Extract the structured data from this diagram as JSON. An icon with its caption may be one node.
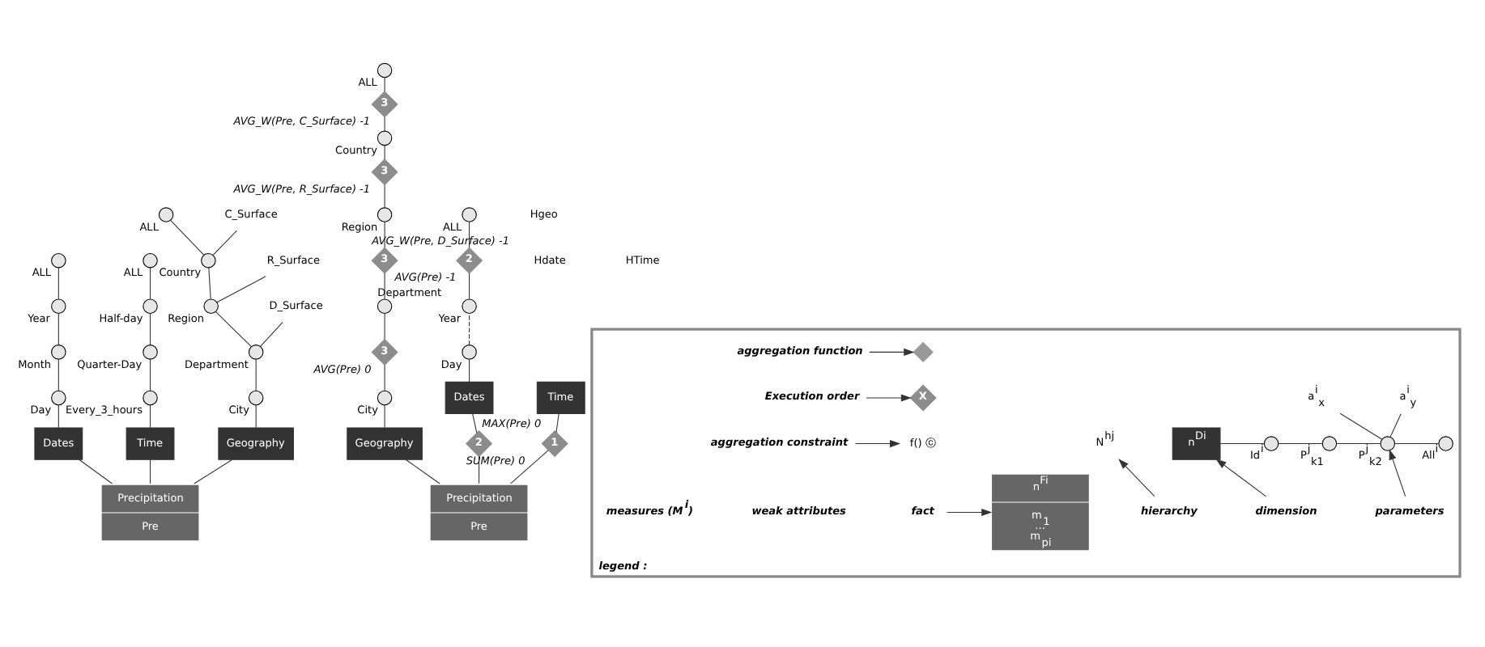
{
  "diagram": {
    "nodes": [
      {
        "text": [
          "Precipitation",
          "Pre"
        ]
      },
      {
        "text": [
          "Dates"
        ]
      },
      {
        "text": [
          "Time"
        ]
      },
      {
        "text": [
          "Geography"
        ]
      },
      {
        "text": [],
        "shape": "circle",
        "beside": [
          "Day"
        ]
      },
      {
        "text": [],
        "shape": "circle",
        "beside": [
          "Month"
        ]
      },
      {
        "text": [],
        "shape": "circle",
        "beside": [
          "Year"
        ]
      },
      {
        "text": [],
        "shape": "circle",
        "beside": [
          "ALL"
        ]
      },
      {
        "text": [],
        "shape": "circle",
        "beside": [
          "Every_3_hours"
        ]
      },
      {
        "text": [],
        "shape": "circle",
        "beside": [
          "Quarter-Day"
        ]
      },
      {
        "text": [],
        "shape": "circle",
        "beside": [
          "Half-day"
        ]
      },
      {
        "text": [],
        "shape": "circle",
        "beside": [
          "ALL"
        ]
      },
      {
        "text": [],
        "shape": "circle",
        "beside": [
          "City"
        ]
      },
      {
        "text": [],
        "shape": "circle",
        "beside": [
          "Department"
        ]
      },
      {
        "text": [],
        "shape": "circle",
        "beside": [
          "Region"
        ]
      },
      {
        "text": [],
        "shape": "circle",
        "beside": [
          "Country"
        ]
      },
      {
        "text": [],
        "shape": "circle",
        "beside": [
          "ALL"
        ]
      },
      {
        "text": [
          "C_Surface"
        ]
      },
      {
        "text": [
          "R_Surface"
        ]
      },
      {
        "text": [
          "D_Surface"
        ]
      },
      {
        "text": [
          "Precipitation",
          "Pre"
        ]
      },
      {
        "text": [
          "Dates"
        ]
      },
      {
        "text": [
          "Time"
        ]
      },
      {
        "text": [
          "Geography"
        ]
      },
      {
        "text": [
          "2"
        ],
        "beside": [
          "SUM(Pre) 0"
        ]
      },
      {
        "text": [
          "1"
        ],
        "beside": [
          "MAX(Pre) 0"
        ]
      },
      {
        "text": [],
        "shape": "circle",
        "beside": [
          "Day"
        ]
      },
      {
        "text": [],
        "shape": "circle",
        "beside": [
          "Year"
        ]
      },
      {
        "text": [
          "2"
        ],
        "beside": [
          "AVG(Pre) -1"
        ]
      },
      {
        "text": [],
        "shape": "circle",
        "beside": [
          "ALL"
        ]
      },
      {
        "text": [],
        "shape": "circle",
        "beside": [
          "City"
        ]
      },
      {
        "text": [
          "3"
        ],
        "beside": [
          "AVG(Pre) 0"
        ]
      },
      {
        "text": [],
        "shape": "circle",
        "beside": [
          "Department"
        ]
      },
      {
        "text": [
          "3"
        ],
        "beside": [
          "AVG_W(Pre, D_Surface) -1"
        ]
      },
      {
        "text": [],
        "shape": "circle",
        "beside": [
          "Region"
        ]
      },
      {
        "text": [
          "3"
        ],
        "beside": [
          "AVG_W(Pre, R_Surface) -1"
        ]
      },
      {
        "text": [],
        "shape": "circle",
        "beside": [
          "Country"
        ]
      },
      {
        "text": [
          "3"
        ],
        "beside": [
          "AVG_W(Pre, C_Surface) -1"
        ]
      },
      {
        "text": [],
        "shape": "circle",
        "beside": [
          "ALL"
        ]
      },
      {
        "text": [
          "legend :"
        ]
      },
      {
        "text": [
          "n$^{Di}$"
        ],
        "in": 39
      },
      {
        "text": [],
        "shape": "circle",
        "beside": [
          "Id$^{i}$"
        ],
        "in": 39
      },
      {
        "text": [],
        "shape": "circle",
        "beside": [
          "P$^{j}$$_{k1}$"
        ],
        "in": 39
      },
      {
        "text": [],
        "shape": "circle",
        "beside": [
          "P$^{j}$$_{k2}$"
        ],
        "in": 39
      },
      {
        "text": [],
        "shape": "circle",
        "beside": [
          "All$^{i}$"
        ],
        "in": 39
      },
      {
        "text": [
          "a$^{i}$$_{x}$"
        ],
        "in": 39
      },
      {
        "text": [
          "a$^{i}$$_{y}$"
        ],
        "in": 39
      },
      {
        "text": [
          "N$^{hj}$"
        ],
        "in": 39
      },
      {
        "text": [
          "dimension"
        ],
        "in": 39
      },
      {
        "text": [
          "parameters"
        ],
        "in": 39
      },
      {
        "text": [
          "hierarchy"
        ],
        "in": 39
      },
      {
        "text": [
          "n$^{Fi}$",
          "m$_{1}$ ... m$_{pi}$"
        ],
        "in": 39
      },
      {
        "text": [
          "fact"
        ],
        "in": 39
      },
      {
        "text": [],
        "shape": "diamond",
        "in": 39
      },
      {
        "text": [
          "aggregation function"
        ],
        "in": 39
      },
      {
        "text": [
          "X"
        ],
        "in": 39
      },
      {
        "text": [
          "Execution order"
        ],
        "in": 39
      },
      {
        "text": [
          "f() ⓒ"
        ],
        "in": 39
      },
      {
        "text": [
          "aggregation constraint"
        ],
        "in": 39
      }
    ],
    "edges": [
      {
        "from": 0,
        "to": 1,
        "arrow": "none"
      },
      {
        "from": 0,
        "to": 2,
        "arrow": "none"
      },
      {
        "from": 0,
        "to": 3,
        "arrow": "none"
      },
      {
        "from": 1,
        "to": 4,
        "arrow": "none"
      },
      {
        "from": 4,
        "to": 5,
        "arrow": "none"
      },
      {
        "from": 5,
        "to": 6,
        "arrow": "none"
      },
      {
        "from": 6,
        "to": 7,
        "arrow": "none"
      },
      {
        "from": 2,
        "to": 8,
        "arrow": "none"
      },
      {
        "from": 8,
        "to": 9,
        "arrow": "none"
      },
      {
        "from": 9,
        "to": 10,
        "arrow": "none"
      },
      {
        "from": 10,
        "to": 11,
        "arrow": "none"
      },
      {
        "from": 3,
        "to": 12,
        "arrow": "none"
      },
      {
        "from": 12,
        "to": 13,
        "arrow": "none"
      },
      {
        "from": 13,
        "to": 14,
        "arrow": "none"
      },
      {
        "from": 14,
        "to": 15,
        "arrow": "none"
      },
      {
        "from": 15,
        "to": 16,
        "arrow": "none"
      },
      {
        "from": 15,
        "to": 17,
        "arrow": "none"
      },
      {
        "from": 14,
        "to": 18,
        "arrow": "none"
      },
      {
        "from": 13,
        "to": 19,
        "arrow": "none"
      },
      {
        "from": 20,
        "to": 24,
        "arrow": "none"
      },
      {
        "from": 24,
        "to": 21,
        "arrow": "none"
      },
      {
        "from": 20,
        "to": 25,
        "arrow": "none"
      },
      {
        "from": 25,
        "to": 22,
        "arrow": "none"
      },
      {
        "from": 20,
        "to": 23,
        "arrow": "none"
      },
      {
        "from": 21,
        "to": 26,
        "arrow": "none"
      },
      {
        "from": 26,
        "to": 27,
        "arrow": "none",
        "style": "dashed"
      },
      {
        "from": 27,
        "to": 28,
        "arrow": "none"
      },
      {
        "from": 28,
        "to": 29,
        "arrow": "none"
      },
      {
        "from": 23,
        "to": 30,
        "arrow": "none"
      },
      {
        "from": 30,
        "to": 31,
        "arrow": "none"
      },
      {
        "from": 31,
        "to": 32,
        "arrow": "none"
      },
      {
        "from": 32,
        "to": 33,
        "arrow": "none"
      },
      {
        "from": 33,
        "to": 34,
        "arrow": "none"
      },
      {
        "from": 34,
        "to": 35,
        "arrow": "none"
      },
      {
        "from": 35,
        "to": 36,
        "arrow": "none"
      },
      {
        "from": 36,
        "to": 37,
        "arrow": "none"
      },
      {
        "from": 37,
        "to": 38,
        "arrow": "none"
      },
      {
        "from": 40,
        "to": 41,
        "arrow": "none"
      },
      {
        "from": 41,
        "to": 42,
        "arrow": "none"
      },
      {
        "from": 42,
        "to": 43,
        "arrow": "none"
      },
      {
        "from": 43,
        "to": 44,
        "arrow": "none"
      },
      {
        "from": 43,
        "to": 45,
        "arrow": "none"
      },
      {
        "from": 43,
        "to": 46,
        "arrow": "none"
      },
      {
        "from": 48,
        "to": 40,
        "arrow": "to"
      },
      {
        "from": 49,
        "to": 43,
        "arrow": "to"
      },
      {
        "from": 50,
        "to": 47,
        "arrow": "to"
      },
      {
        "from": 52,
        "to": 51,
        "arrow": "to"
      },
      {
        "from": 54,
        "to": 53,
        "arrow": "to"
      },
      {
        "from": 56,
        "to": 55,
        "arrow": "to"
      },
      {
        "from": 58,
        "to": 57,
        "arrow": "to"
      }
    ],
    "labels": [
      "Hdate",
      "Hgeo",
      "HTime",
      "weak attributes",
      "measures (M$^{i}$)"
    ]
  }
}
